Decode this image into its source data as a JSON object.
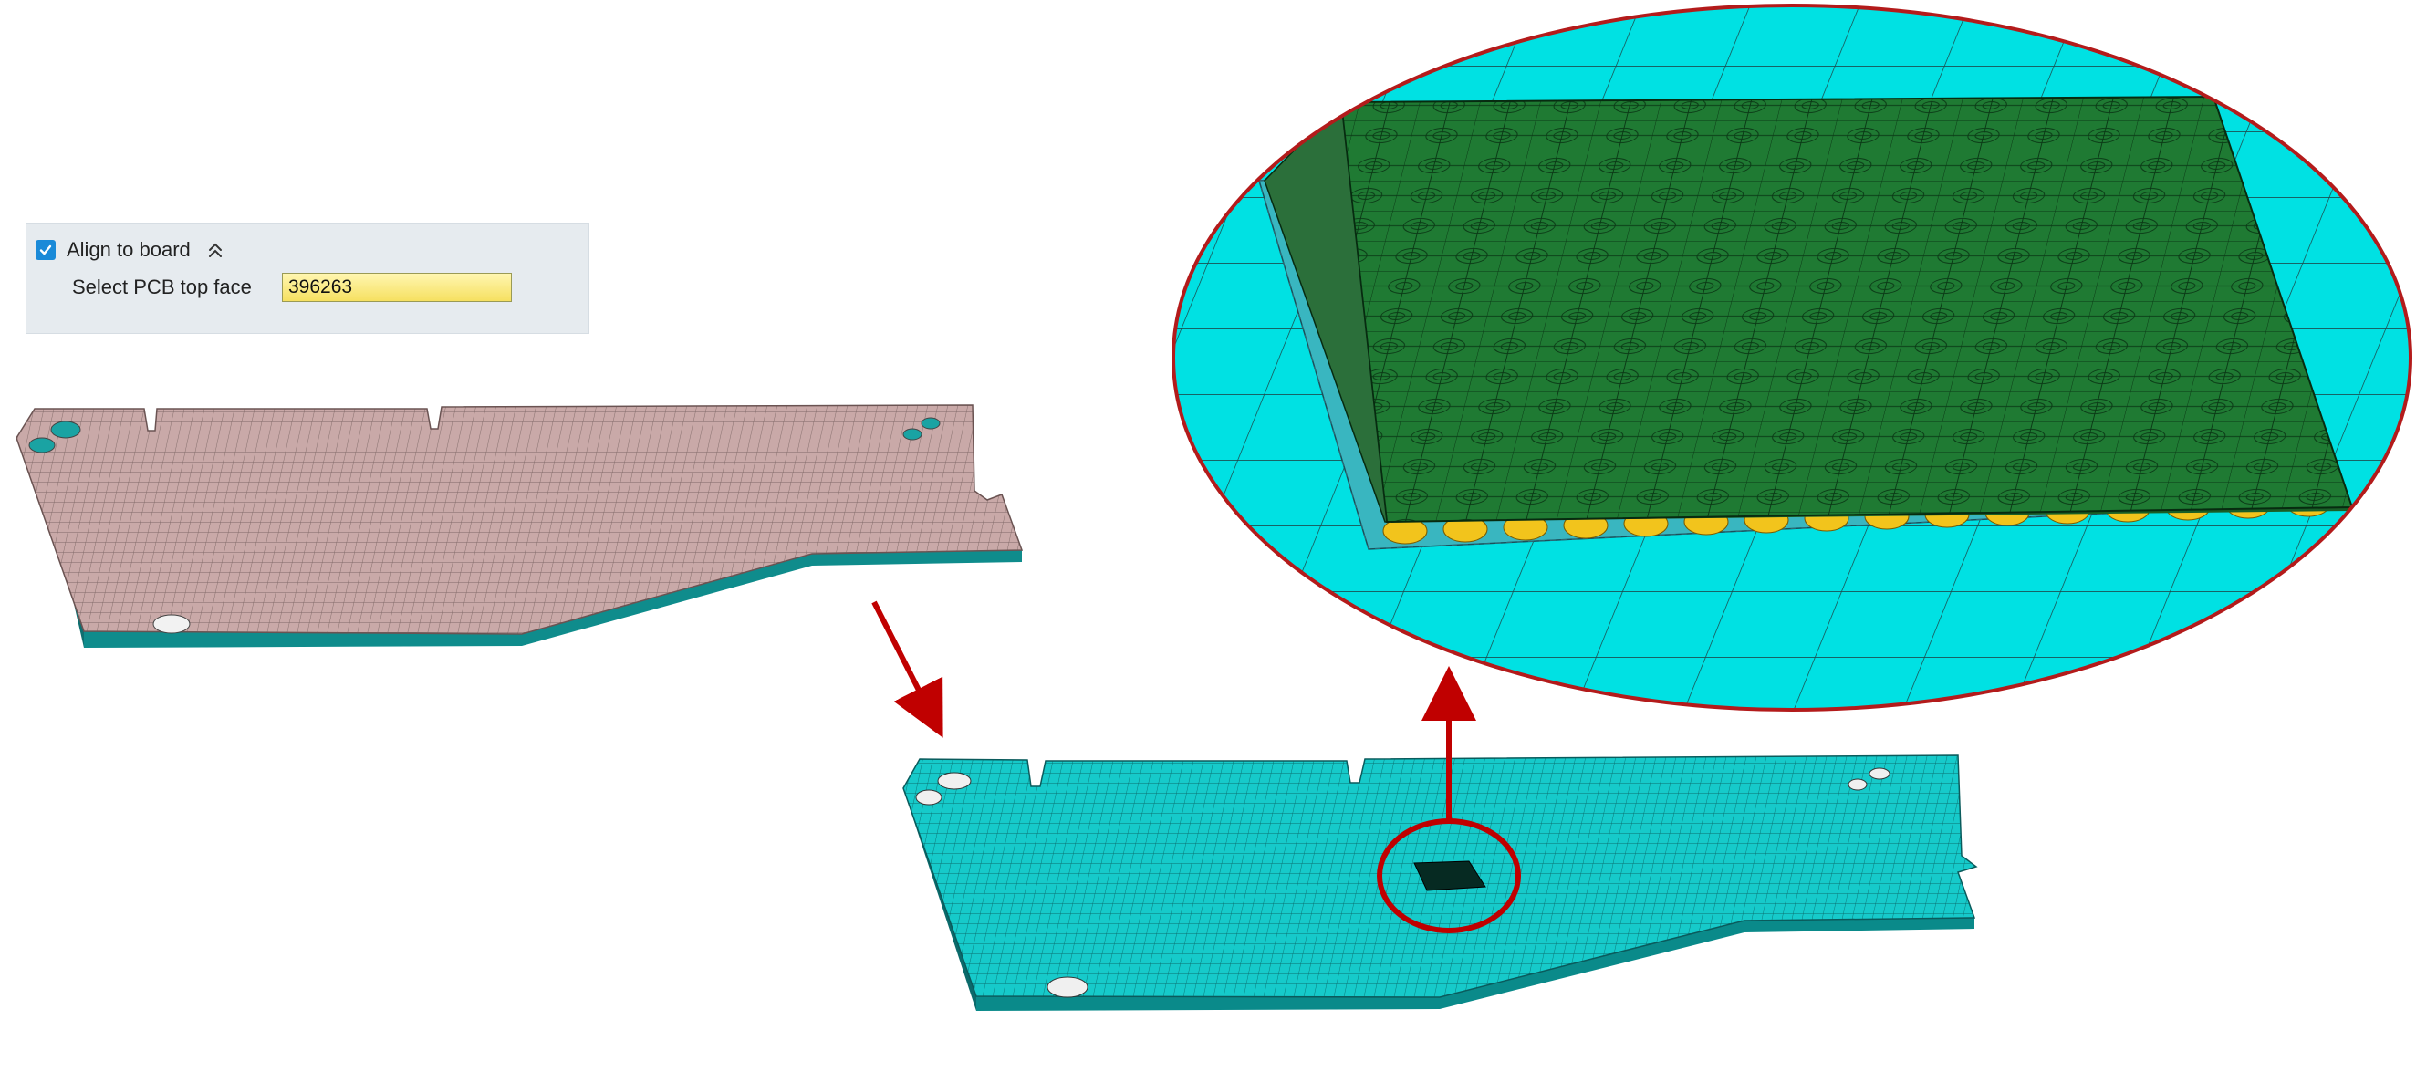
{
  "panel": {
    "align_checkbox_checked": true,
    "align_label": "Align to board",
    "collapse_icon": "double-chevron-up-icon",
    "face_label": "Select PCB top face",
    "face_value": "396263"
  },
  "colors": {
    "board_original": "#c9a9a8",
    "board_aligned": "#13c9c9",
    "zoom_background": "#00e1e3",
    "component_top": "#1f7a33",
    "solder_balls": "#f2c41c",
    "annotation": "#c00000",
    "panel_background": "#e6ebef",
    "input_highlight": "#f6e060"
  },
  "icons": [
    "checkbox-checked-icon",
    "double-chevron-up-icon"
  ]
}
